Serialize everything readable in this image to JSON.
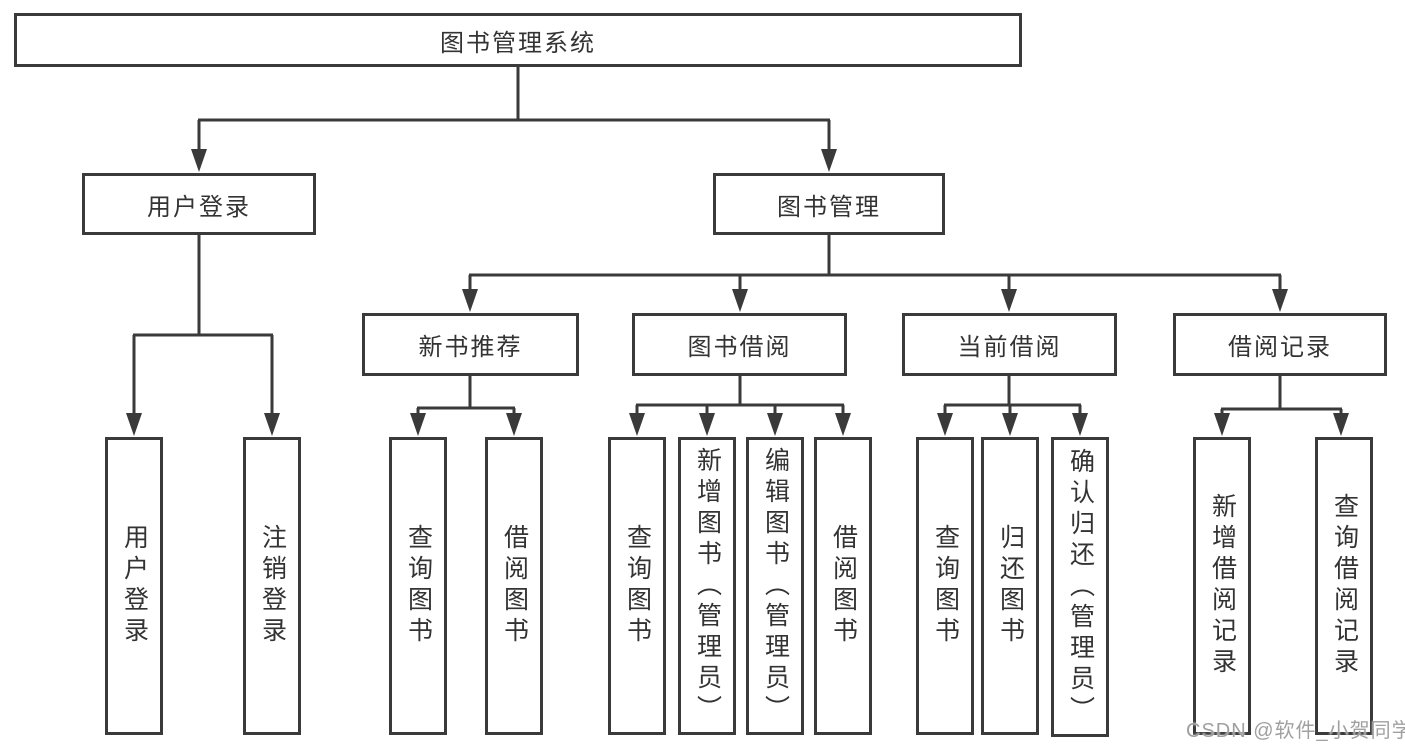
{
  "tree": {
    "label": "图书管理系统",
    "children": [
      {
        "label": "用户登录",
        "children": [
          {
            "label": "用户登录"
          },
          {
            "label": "注销登录"
          }
        ]
      },
      {
        "label": "图书管理",
        "children": [
          {
            "label": "新书推荐",
            "children": [
              {
                "label": "查询图书"
              },
              {
                "label": "借阅图书"
              }
            ]
          },
          {
            "label": "图书借阅",
            "children": [
              {
                "label": "查询图书"
              },
              {
                "label": "新增图书（管理员）"
              },
              {
                "label": "编辑图书（管理员）"
              },
              {
                "label": "借阅图书"
              }
            ]
          },
          {
            "label": "当前借阅",
            "children": [
              {
                "label": "查询图书"
              },
              {
                "label": "归还图书"
              },
              {
                "label": "确认归还（管理员）"
              }
            ]
          },
          {
            "label": "借阅记录",
            "children": [
              {
                "label": "新增借阅记录"
              },
              {
                "label": "查询借阅记录"
              }
            ]
          }
        ]
      }
    ]
  },
  "watermark": {
    "text": "CSDN @软件_小贺同学"
  },
  "colors": {
    "line": "#3a3a3a",
    "text": "#333333",
    "watermark": "#a0a0a0",
    "box_bg": "#ffffff"
  }
}
